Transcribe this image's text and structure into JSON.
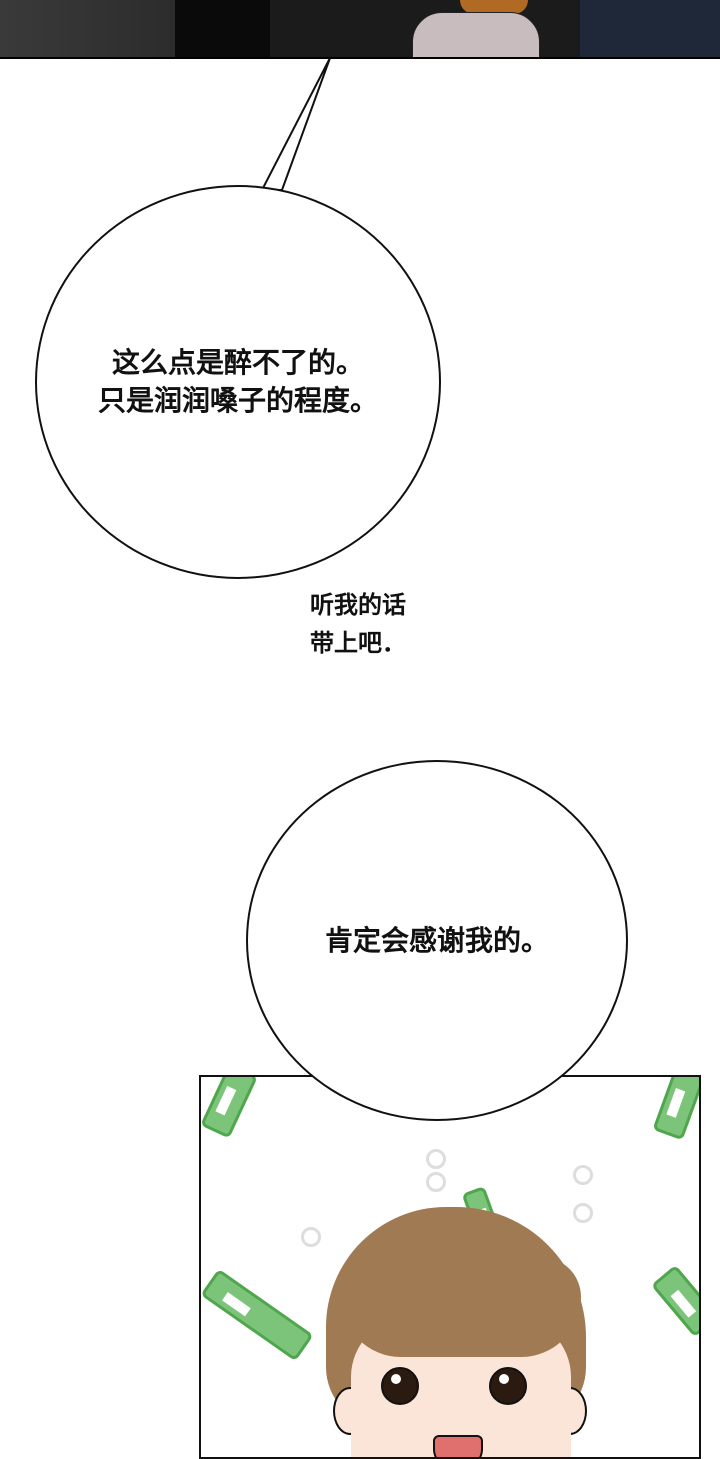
{
  "panels": [
    {
      "id": "panel-top",
      "description": "dark panel showing a hand holding a bottle"
    },
    {
      "id": "panel-bottom",
      "description": "cheerful brown-haired character surrounded by green soju bottles"
    }
  ],
  "speech_bubbles": [
    {
      "id": "bubble-1",
      "text": "这么点是醉不了的。\n只是润润嗓子的程度。"
    },
    {
      "id": "bubble-2",
      "text": "肯定会感谢我的。"
    }
  ],
  "free_text": {
    "text": "听我的话\n带上吧．"
  },
  "colors": {
    "bottle_green": "#7cc47a",
    "bottle_outline": "#4fa64d",
    "hair_brown": "#a07a52",
    "skin": "#fbe4d8"
  }
}
